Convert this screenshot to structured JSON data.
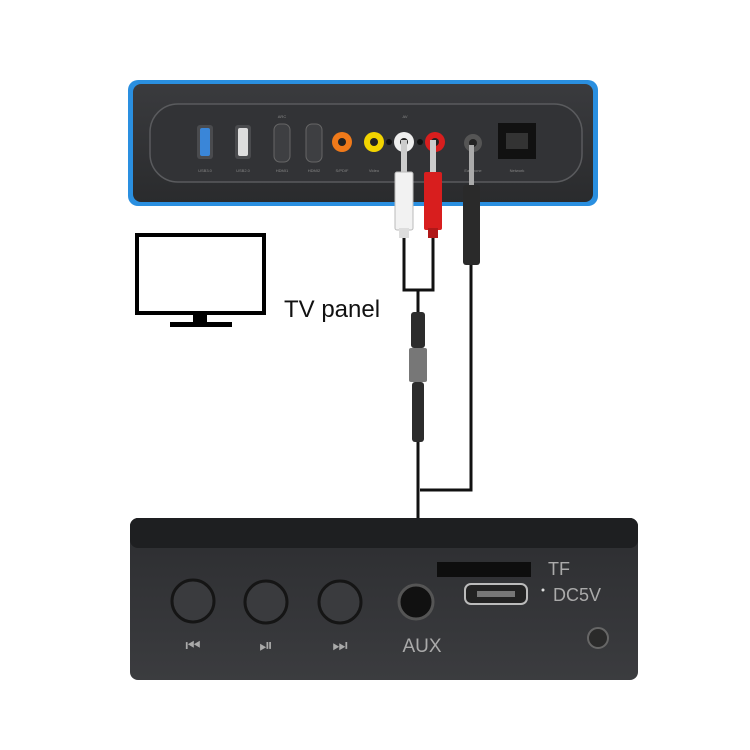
{
  "tv_panel": {
    "label": "TV panel",
    "top_labels": [
      "ARC",
      "AV"
    ],
    "port_labels": [
      "USB3.0",
      "USB2.0",
      "HDMI1",
      "HDMI2",
      "S/PDIF",
      "Video",
      "Earphone",
      "Network"
    ],
    "glow_color": "#2a8fe0"
  },
  "speaker": {
    "button_labels": [
      "⏮",
      "⏯",
      "⏭"
    ],
    "aux_label": "AUX",
    "tf_label": "TF",
    "dc_label": "DC5V"
  },
  "colors": {
    "rca_white": "#f2f2f2",
    "rca_red": "#d81e1e",
    "video_yellow": "#f2d400",
    "spdif_orange": "#f07a1a",
    "usb3_blue": "#3a86d8"
  }
}
